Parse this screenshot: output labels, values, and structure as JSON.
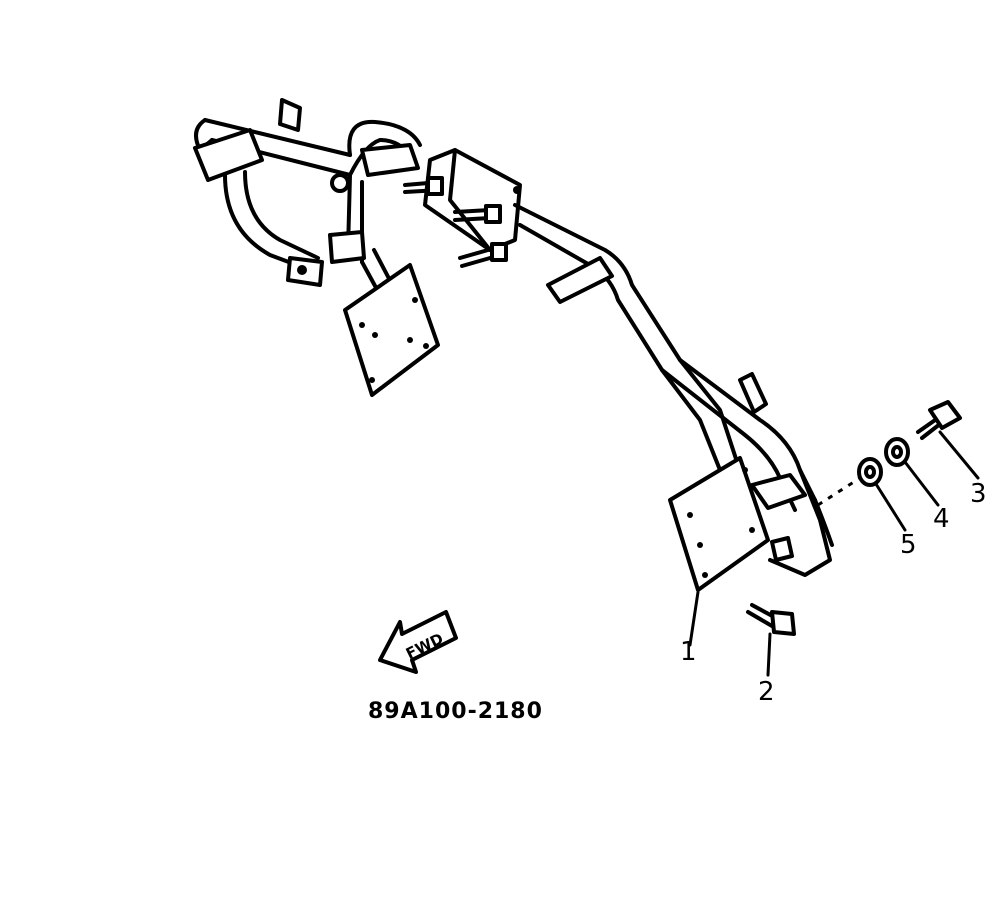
{
  "diagram": {
    "part_number": "89A100-2180",
    "direction_arrow": {
      "label": "FWD",
      "icon": "fwd-arrow-icon"
    },
    "callouts": [
      {
        "number": "1",
        "part": "frame"
      },
      {
        "number": "2",
        "part": "bolt"
      },
      {
        "number": "3",
        "part": "bolt"
      },
      {
        "number": "4",
        "part": "washer"
      },
      {
        "number": "5",
        "part": "washer"
      }
    ]
  }
}
